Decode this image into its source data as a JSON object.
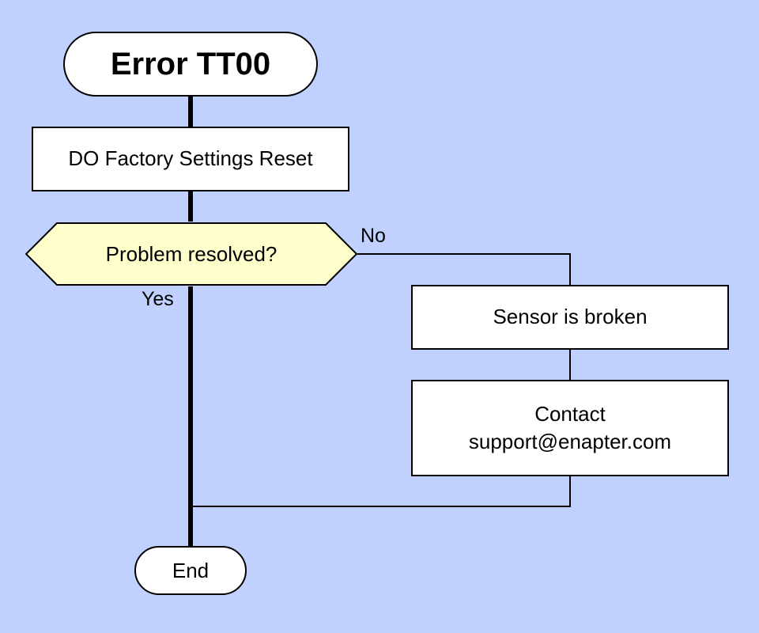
{
  "diagram": {
    "title": "Error TT00",
    "steps": {
      "reset": "DO Factory Settings Reset",
      "decision": "Problem resolved?",
      "sensor": "Sensor is broken",
      "contact_line1": "Contact",
      "contact_line2": "support@enapter.com",
      "end": "End"
    },
    "branches": {
      "no": "No",
      "yes": "Yes"
    },
    "colors": {
      "background": "#c0d0ff",
      "decision_fill": "#ffffcc",
      "box_fill": "#ffffff",
      "line": "#000000"
    }
  }
}
